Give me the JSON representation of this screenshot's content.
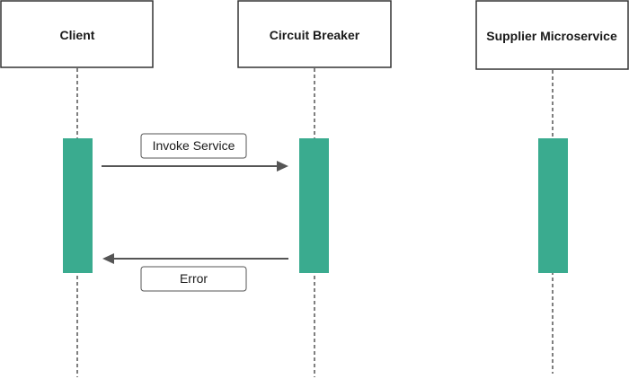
{
  "participants": [
    {
      "id": "client",
      "label": "Client"
    },
    {
      "id": "circuit-breaker",
      "label": "Circuit Breaker"
    },
    {
      "id": "supplier-microservice",
      "label": "Supplier Microservice"
    }
  ],
  "messages": [
    {
      "label": "Invoke Service",
      "from": "client",
      "to": "circuit-breaker"
    },
    {
      "label": "Error",
      "from": "circuit-breaker",
      "to": "client"
    }
  ],
  "colors": {
    "activation": "#3aab8f",
    "line": "#555555",
    "border": "#333333"
  }
}
